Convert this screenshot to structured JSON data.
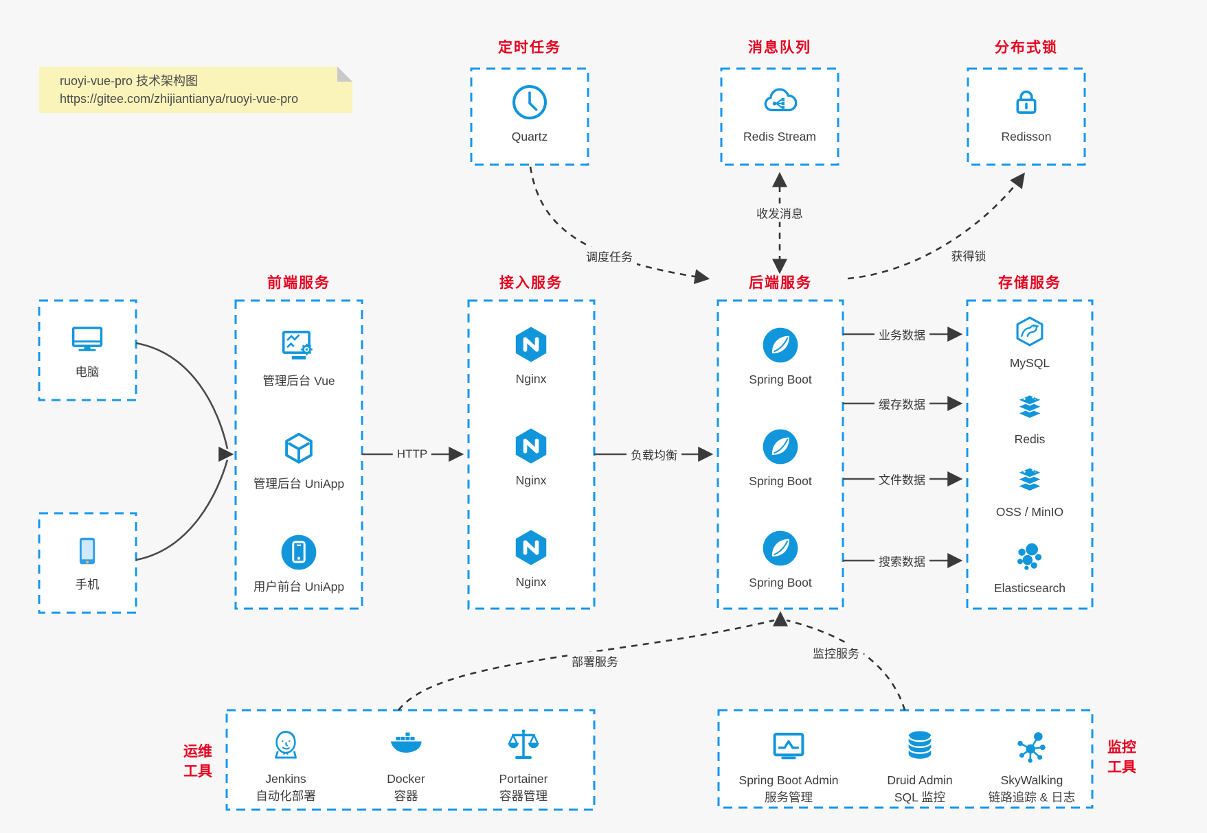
{
  "colors": {
    "blue": "#1296db",
    "border_blue": "#1697ec",
    "red": "#e6001e",
    "arrow": "#3a3a3a",
    "note_bg": "#faf4ba",
    "text": "#3d3d3d"
  },
  "note": {
    "line1": "ruoyi-vue-pro 技术架构图",
    "line2": "https://gitee.com/zhijiantianya/ruoyi-vue-pro"
  },
  "top_groups": [
    {
      "title": "定时任务",
      "node_label": "Quartz",
      "icon": "clock-icon"
    },
    {
      "title": "消息队列",
      "node_label": "Redis Stream",
      "icon": "cloud-share-icon"
    },
    {
      "title": "分布式锁",
      "node_label": "Redisson",
      "icon": "lock-icon"
    }
  ],
  "clients": [
    {
      "label": "电脑",
      "icon": "desktop-icon"
    },
    {
      "label": "手机",
      "icon": "phone-icon"
    }
  ],
  "columns": [
    {
      "title": "前端服务",
      "items": [
        {
          "label": "管理后台 Vue",
          "icon": "admin-vue-icon"
        },
        {
          "label": "管理后台 UniApp",
          "icon": "uniapp-cube-icon"
        },
        {
          "label": "用户前台 UniApp",
          "icon": "user-app-icon"
        }
      ]
    },
    {
      "title": "接入服务",
      "items": [
        {
          "label": "Nginx",
          "icon": "nginx-icon"
        },
        {
          "label": "Nginx",
          "icon": "nginx-icon"
        },
        {
          "label": "Nginx",
          "icon": "nginx-icon"
        }
      ]
    },
    {
      "title": "后端服务",
      "items": [
        {
          "label": "Spring Boot",
          "icon": "spring-boot-icon"
        },
        {
          "label": "Spring Boot",
          "icon": "spring-boot-icon"
        },
        {
          "label": "Spring Boot",
          "icon": "spring-boot-icon"
        }
      ]
    },
    {
      "title": "存储服务",
      "items": [
        {
          "label": "MySQL",
          "icon": "mysql-icon"
        },
        {
          "label": "Redis",
          "icon": "redis-stack-icon"
        },
        {
          "label": "OSS / MinIO",
          "icon": "oss-stack-icon"
        },
        {
          "label": "Elasticsearch",
          "icon": "elasticsearch-icon"
        }
      ]
    }
  ],
  "bottom_groups": [
    {
      "side_label": [
        "运维",
        "工具"
      ],
      "items": [
        {
          "label": "Jenkins",
          "sublabel": "自动化部署",
          "icon": "jenkins-icon"
        },
        {
          "label": "Docker",
          "sublabel": "容器",
          "icon": "docker-icon"
        },
        {
          "label": "Portainer",
          "sublabel": "容器管理",
          "icon": "portainer-icon"
        }
      ]
    },
    {
      "side_label": [
        "监控",
        "工具"
      ],
      "items": [
        {
          "label": "Spring Boot Admin",
          "sublabel": "服务管理",
          "icon": "spring-boot-admin-icon"
        },
        {
          "label": "Druid Admin",
          "sublabel": "SQL 监控",
          "icon": "druid-icon"
        },
        {
          "label": "SkyWalking",
          "sublabel": "链路追踪 & 日志",
          "icon": "skywalking-icon"
        }
      ]
    }
  ],
  "edge_labels": {
    "http": "HTTP",
    "load_balance": "负载均衡",
    "schedule": "调度任务",
    "message": "收发消息",
    "lock": "获得锁",
    "business_data": "业务数据",
    "cache_data": "缓存数据",
    "file_data": "文件数据",
    "search_data": "搜索数据",
    "deploy": "部署服务",
    "monitor": "监控服务"
  }
}
